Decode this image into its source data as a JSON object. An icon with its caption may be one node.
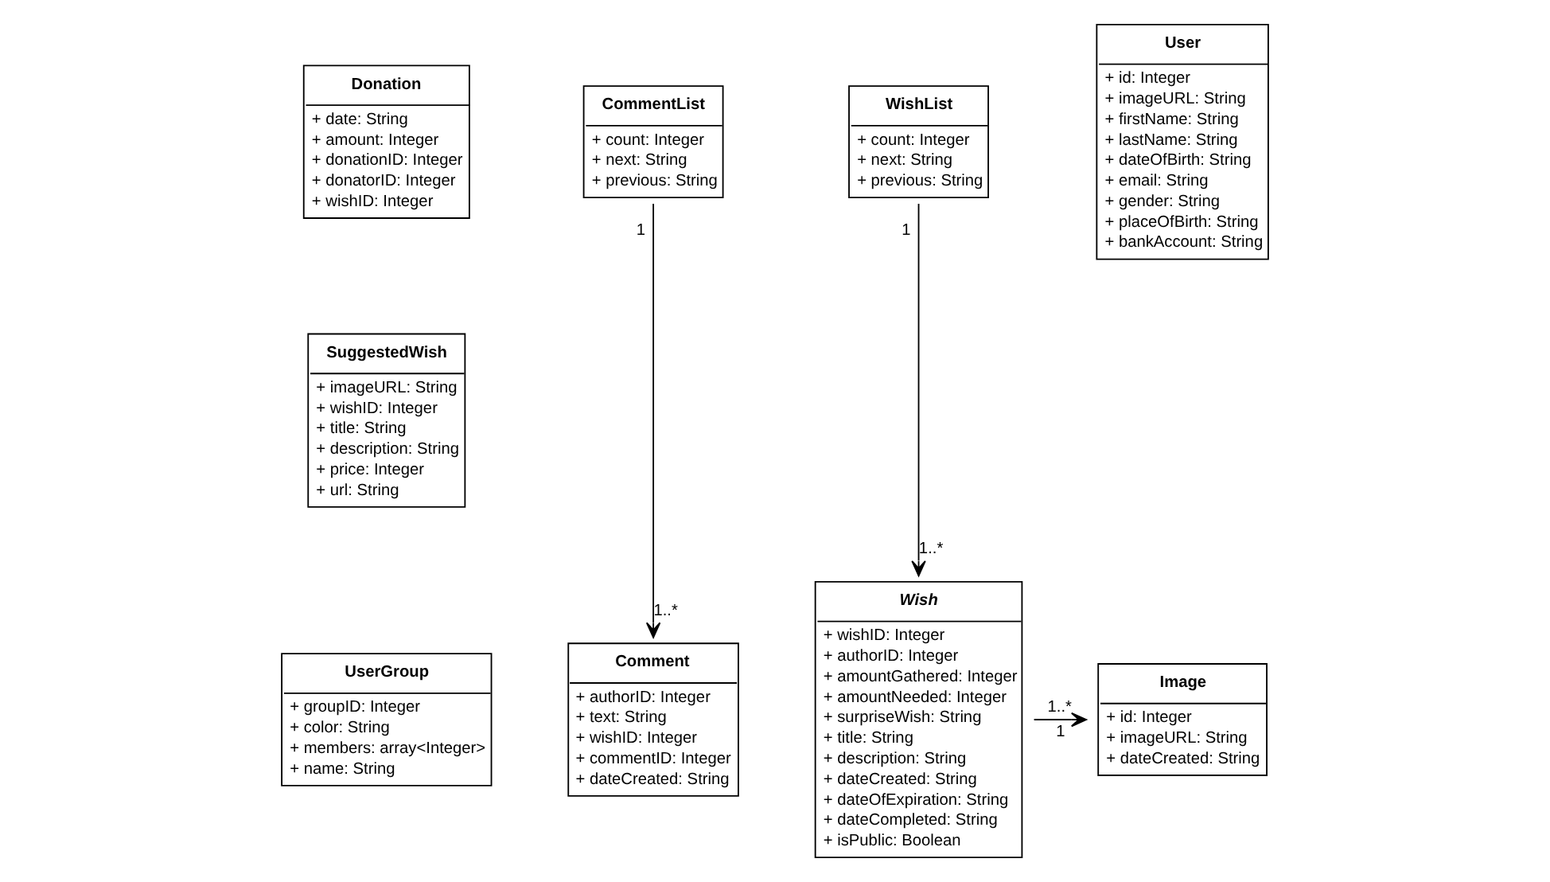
{
  "diagram": {
    "nodes": [
      {
        "text": [
          "Donation",
          "+ date: String",
          "+ amount: Integer",
          "+ donationID: Integer",
          "+ donatorID: Integer",
          "+ wishID: Integer"
        ]
      },
      {
        "text": [
          "CommentList",
          "+ count: Integer",
          "+ next: String",
          "+ previous: String"
        ]
      },
      {
        "text": [
          "WishList",
          "+ count: Integer",
          "+ next: String",
          "+ previous: String"
        ]
      },
      {
        "text": [
          "User",
          "+ id: Integer",
          "+ imageURL: String",
          "+ firstName: String",
          "+ lastName: String",
          "+ dateOfBirth: String",
          "+ email: String",
          "+ gender: String",
          "+ placeOfBirth: String",
          "+ bankAccount: String"
        ]
      },
      {
        "text": [
          "SuggestedWish",
          "+ imageURL: String",
          "+ wishID: Integer",
          "+ title: String",
          "+ description: String",
          "+ price: Integer",
          "+ url: String"
        ]
      },
      {
        "text": [
          "Wish",
          "+ wishID: Integer",
          "+ authorID: Integer",
          "+ amountGathered: Integer",
          "+ amountNeeded: Integer",
          "+ surpriseWish: String",
          "+ title: String",
          "+ description: String",
          "+ dateCreated: String",
          "+ dateOfExpiration: String",
          "+ dateCompleted: String",
          "+ isPublic: Boolean"
        ]
      },
      {
        "text": [
          "Comment",
          "+ authorID: Integer",
          "+ text: String",
          "+ wishID: Integer",
          "+ commentID: Integer",
          "+ dateCreated: String"
        ]
      },
      {
        "text": [
          "Image",
          "+ id: Integer",
          "+ imageURL: String",
          "+ dateCreated: String"
        ]
      },
      {
        "text": [
          "UserGroup",
          "+ groupID: Integer",
          "+ color: String",
          "+ members: array<Integer>",
          "+ name: String"
        ]
      }
    ],
    "edges": [
      {
        "from": 1,
        "to": 6,
        "arrow": "to"
      },
      {
        "from": 2,
        "to": 5,
        "arrow": "to"
      },
      {
        "from": 5,
        "to": 7,
        "arrow": "to"
      }
    ],
    "labels": [
      "1",
      "1..*",
      "1",
      "1..*",
      "1",
      "1..*"
    ]
  }
}
